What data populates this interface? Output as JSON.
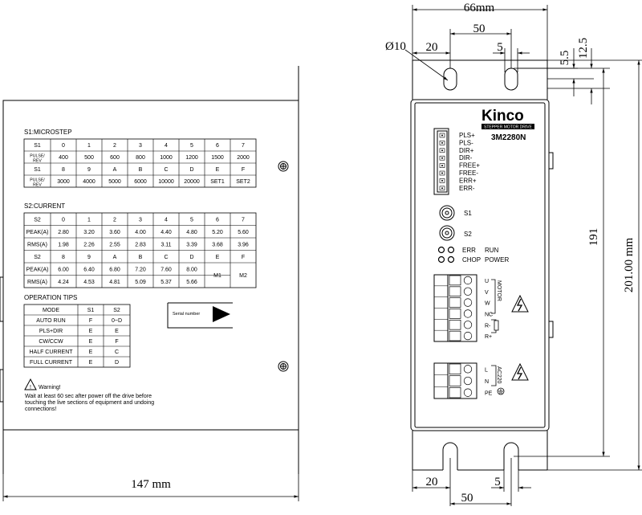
{
  "dims": {
    "width_147": "147 mm",
    "width_66": "66mm",
    "top_50": "50",
    "top_20": "20",
    "top_5": "5",
    "hole_d": "Ø10",
    "v_5_5": "5.5",
    "v_12_5": "12.5",
    "v_191": "191",
    "v_201": "201.00 mm",
    "bot_20": "20",
    "bot_5": "5",
    "bot_50": "50"
  },
  "microstep": {
    "title": "S1:MICROSTEP",
    "rows": [
      [
        "S1",
        "0",
        "1",
        "2",
        "3",
        "4",
        "5",
        "6",
        "7"
      ],
      [
        "PULSE/REV",
        "400",
        "500",
        "600",
        "800",
        "1000",
        "1200",
        "1500",
        "2000"
      ],
      [
        "S1",
        "8",
        "9",
        "A",
        "B",
        "C",
        "D",
        "E",
        "F"
      ],
      [
        "PULSE/REV",
        "3000",
        "4000",
        "5000",
        "6000",
        "10000",
        "20000",
        "SET1",
        "SET2"
      ]
    ]
  },
  "current": {
    "title": "S2:CURRENT",
    "rows": [
      [
        "S2",
        "0",
        "1",
        "2",
        "3",
        "4",
        "5",
        "6",
        "7"
      ],
      [
        "PEAK(A)",
        "2.80",
        "3.20",
        "3.60",
        "4.00",
        "4.40",
        "4.80",
        "5.20",
        "5.60"
      ],
      [
        "RMS(A)",
        "1.98",
        "2.26",
        "2.55",
        "2.83",
        "3.11",
        "3.39",
        "3.68",
        "3.96"
      ],
      [
        "S2",
        "8",
        "9",
        "A",
        "B",
        "C",
        "D",
        "E",
        "F"
      ],
      [
        "PEAK(A)",
        "6.00",
        "6.40",
        "6.80",
        "7.20",
        "7.60",
        "8.00",
        "M1",
        "M2"
      ],
      [
        "RMS(A)",
        "4.24",
        "4.53",
        "4.81",
        "5.09",
        "5.37",
        "5.66",
        "",
        ""
      ]
    ]
  },
  "tips": {
    "title": "OPERATION TIPS",
    "rows": [
      [
        "MODE",
        "S1",
        "S2"
      ],
      [
        "AUTO RUN",
        "F",
        "0~D"
      ],
      [
        "PLS+DIR",
        "E",
        "E"
      ],
      [
        "CW/CCW",
        "E",
        "F"
      ],
      [
        "HALF CURRENT",
        "E",
        "C"
      ],
      [
        "FULL CURRENT",
        "E",
        "D"
      ]
    ]
  },
  "serial_label": "Serial number",
  "warning": {
    "title": "Warning!",
    "text1": "Wait at least 60 sec after power off the drive before",
    "text2": "touching the live sections of equipment and undoing",
    "text3": "connections!"
  },
  "front": {
    "brand": "Kinco",
    "subtitle": "STEPPER MOTOR DRIVE",
    "model": "3M2280N",
    "signals": [
      "PLS+",
      "PLS-",
      "DIR+",
      "DIR-",
      "FREE+",
      "FREE-",
      "ERR+",
      "ERR-"
    ],
    "s1": "S1",
    "s2": "S2",
    "err": "ERR",
    "run": "RUN",
    "chop": "CHOP",
    "power": "POWER",
    "motor_terms": [
      "U",
      "V",
      "W",
      "NC",
      "R-",
      "R+"
    ],
    "motor_label": "MOTOR",
    "power_terms": [
      "L",
      "N",
      "PE"
    ],
    "power_label": "AC220"
  },
  "colors": {
    "line": "#000000",
    "face": "#ffffff"
  }
}
